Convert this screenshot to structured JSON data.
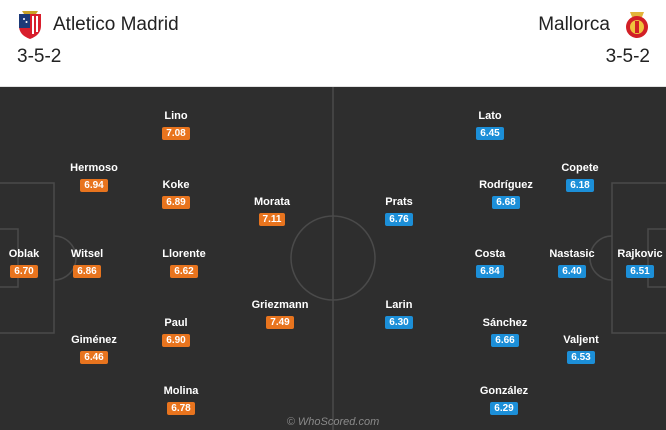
{
  "home": {
    "name": "Atletico Madrid",
    "formation": "3-5-2",
    "crest_icon": "atletico-madrid-crest-icon",
    "rating_color": "#e8741e"
  },
  "away": {
    "name": "Mallorca",
    "formation": "3-5-2",
    "crest_icon": "mallorca-crest-icon",
    "rating_color": "#1c8fd8"
  },
  "home_players": [
    {
      "name": "Oblak",
      "rating": "6.70"
    },
    {
      "name": "Hermoso",
      "rating": "6.94"
    },
    {
      "name": "Witsel",
      "rating": "6.86"
    },
    {
      "name": "Giménez",
      "rating": "6.46"
    },
    {
      "name": "Lino",
      "rating": "7.08"
    },
    {
      "name": "Koke",
      "rating": "6.89"
    },
    {
      "name": "Llorente",
      "rating": "6.62"
    },
    {
      "name": "Paul",
      "rating": "6.90"
    },
    {
      "name": "Molina",
      "rating": "6.78"
    },
    {
      "name": "Morata",
      "rating": "7.11"
    },
    {
      "name": "Griezmann",
      "rating": "7.49"
    }
  ],
  "away_players": [
    {
      "name": "Rajkovic",
      "rating": "6.51"
    },
    {
      "name": "Copete",
      "rating": "6.18"
    },
    {
      "name": "Nastasic",
      "rating": "6.40"
    },
    {
      "name": "Valjent",
      "rating": "6.53"
    },
    {
      "name": "Lato",
      "rating": "6.45"
    },
    {
      "name": "Rodríguez",
      "rating": "6.68"
    },
    {
      "name": "Costa",
      "rating": "6.84"
    },
    {
      "name": "Sánchez",
      "rating": "6.66"
    },
    {
      "name": "González",
      "rating": "6.29"
    },
    {
      "name": "Prats",
      "rating": "6.76"
    },
    {
      "name": "Larin",
      "rating": "6.30"
    }
  ],
  "watermark": "© WhoScored.com",
  "pitch_color": "#2e2e2e"
}
